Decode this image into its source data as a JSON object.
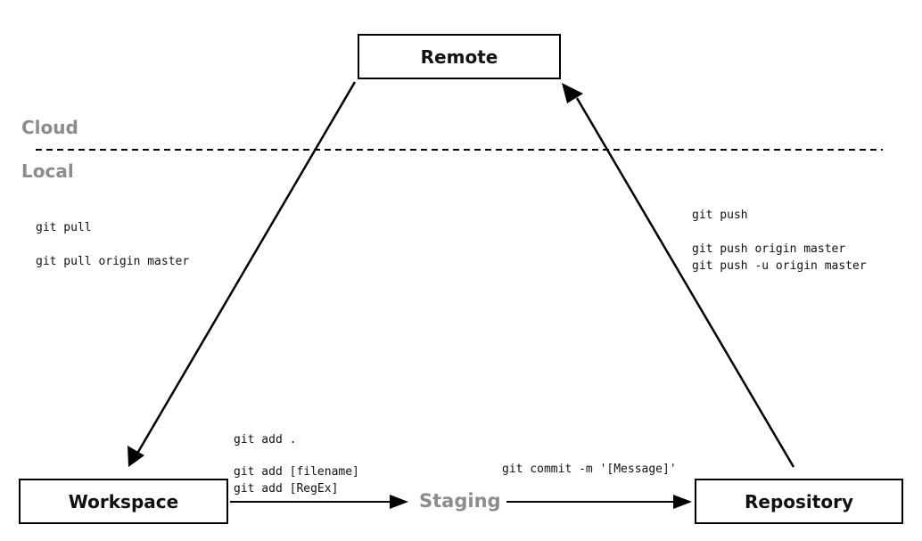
{
  "nodes": {
    "remote": "Remote",
    "workspace": "Workspace",
    "repository": "Repository",
    "staging": "Staging"
  },
  "zones": {
    "cloud": "Cloud",
    "local": "Local"
  },
  "commands": {
    "pull": [
      "git pull",
      "git pull origin master"
    ],
    "push": [
      "git push",
      "git push origin master",
      "git push -u origin master"
    ],
    "add": [
      "git add .",
      "git add [filename]",
      "git add [RegEx]"
    ],
    "commit": [
      "git commit -m '[Message]'"
    ]
  }
}
